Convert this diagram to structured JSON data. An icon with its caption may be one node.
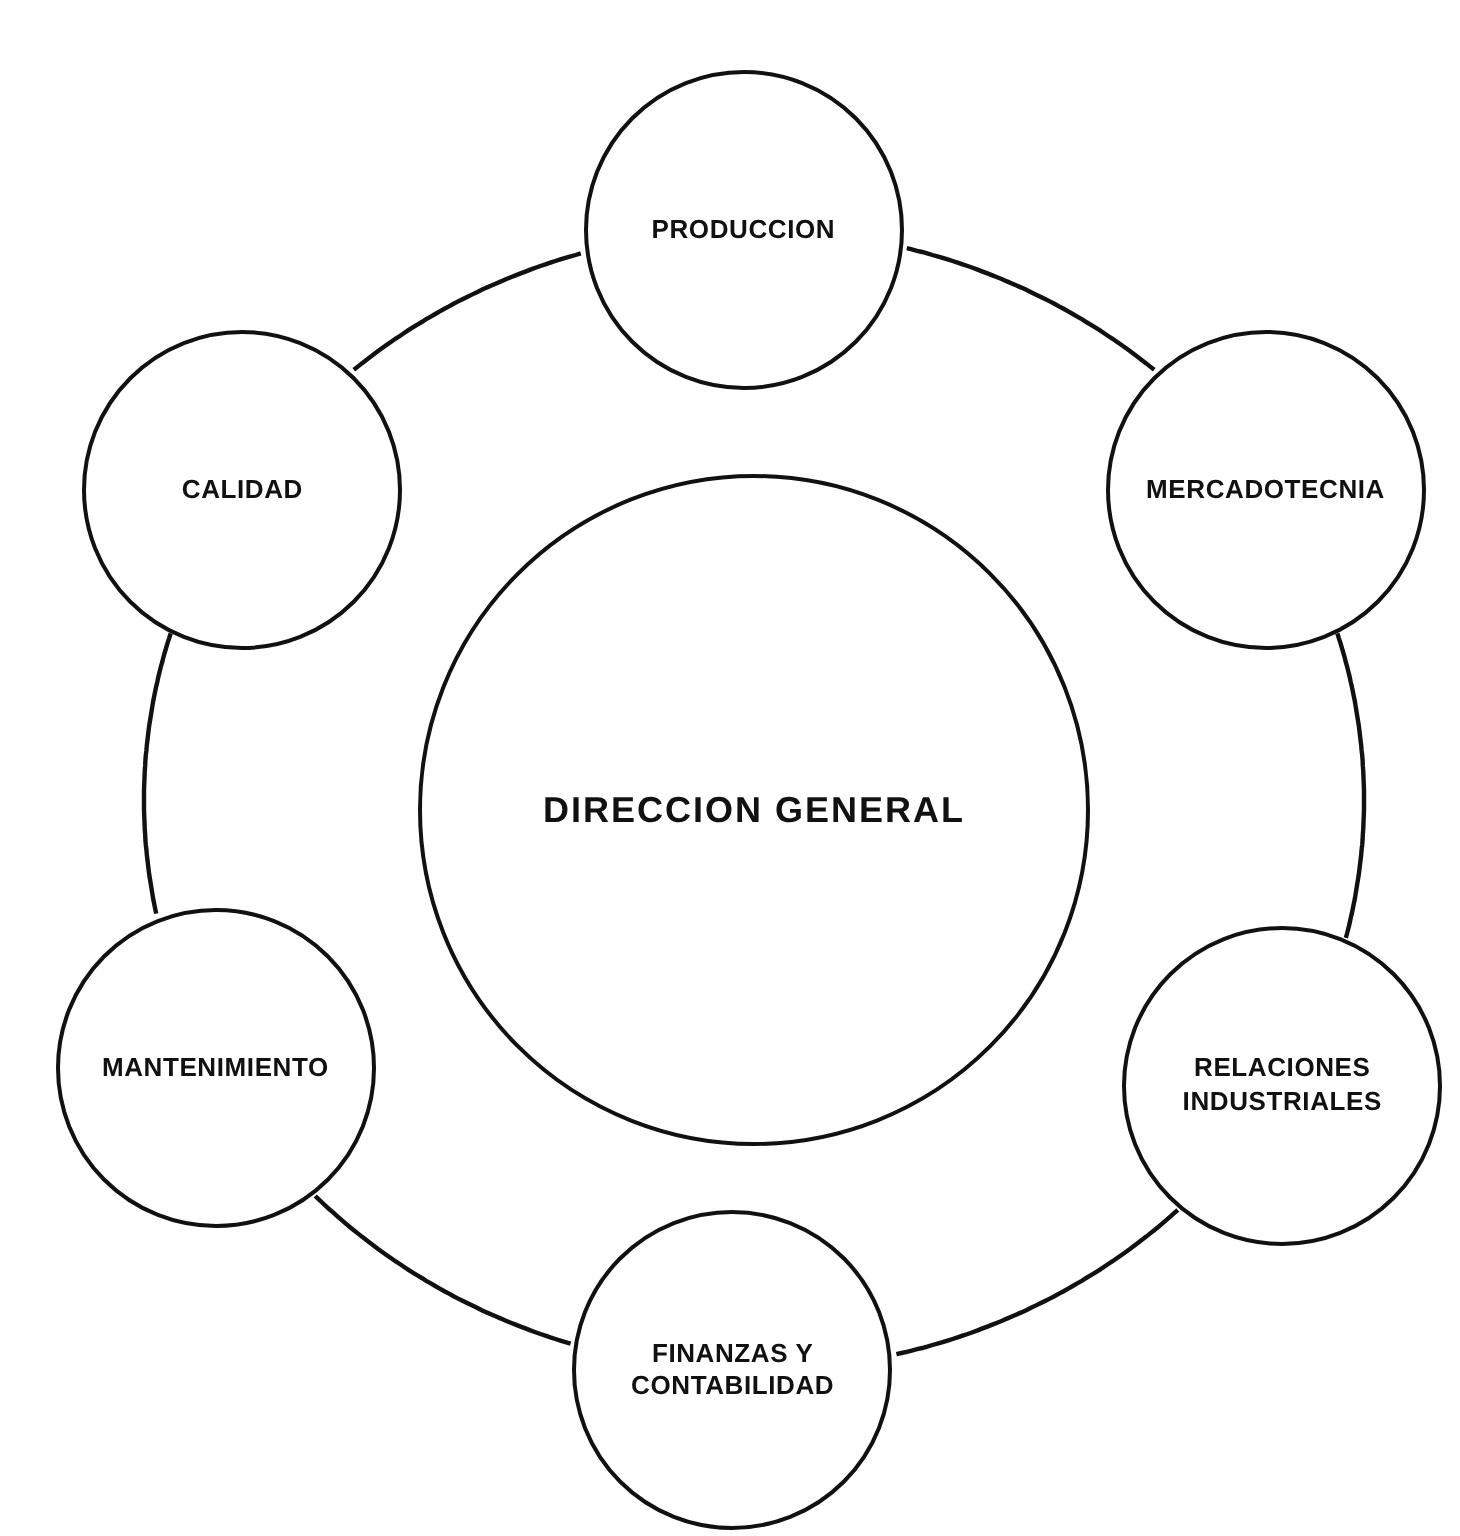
{
  "diagram": {
    "nodes": [
      {
        "text": [
          "PRODUCCION"
        ]
      },
      {
        "text": [
          "CALIDAD"
        ]
      },
      {
        "text": [
          "MERCADOTECNIA"
        ]
      },
      {
        "text": [
          "DIRECCION GENERAL"
        ]
      },
      {
        "text": [
          "MANTENIMIENTO"
        ]
      },
      {
        "text": [
          "RELACIONES INDUSTRIALES"
        ]
      },
      {
        "text": [
          "FINANZAS Y CONTABILIDAD"
        ]
      }
    ],
    "edges": [
      {
        "from": 0,
        "to": 2,
        "arrow": "none"
      },
      {
        "from": 2,
        "to": 5,
        "arrow": "none"
      },
      {
        "from": 5,
        "to": 6,
        "arrow": "none"
      },
      {
        "from": 6,
        "to": 4,
        "arrow": "none"
      },
      {
        "from": 4,
        "to": 1,
        "arrow": "none"
      },
      {
        "from": 1,
        "to": 0,
        "arrow": "none"
      }
    ]
  }
}
